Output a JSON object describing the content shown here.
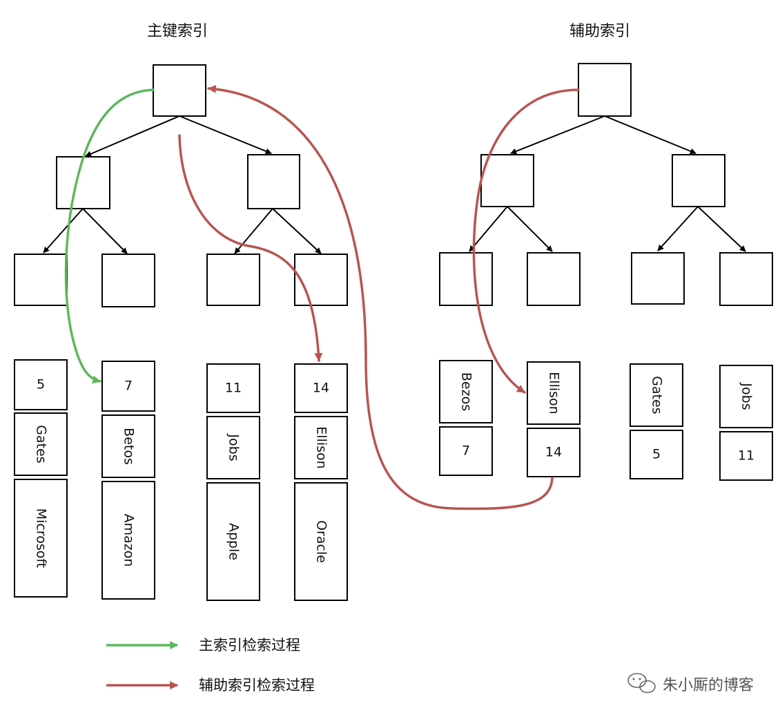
{
  "titles": {
    "primary": "主键索引",
    "secondary": "辅助索引"
  },
  "primary_leaves": [
    {
      "key": "5",
      "col1": "Gates",
      "col2": "Microsoft"
    },
    {
      "key": "7",
      "col1": "Betos",
      "col2": "Amazon"
    },
    {
      "key": "11",
      "col1": "Jobs",
      "col2": "Apple"
    },
    {
      "key": "14",
      "col1": "Ellison",
      "col2": "Oracle"
    }
  ],
  "secondary_leaves": [
    {
      "name": "Bezos",
      "id": "7"
    },
    {
      "name": "Ellison",
      "id": "14"
    },
    {
      "name": "Gates",
      "id": "5"
    },
    {
      "name": "Jobs",
      "id": "11"
    }
  ],
  "legend": {
    "primary": {
      "label": "主索引检索过程",
      "color": "#5cb85c"
    },
    "secondary": {
      "label": "辅助索引检索过程",
      "color": "#b85450"
    }
  },
  "watermark": {
    "text": "朱小厮的博客",
    "icon": "wechat-icon"
  },
  "colors": {
    "green": "#5cb85c",
    "red": "#b85450"
  }
}
